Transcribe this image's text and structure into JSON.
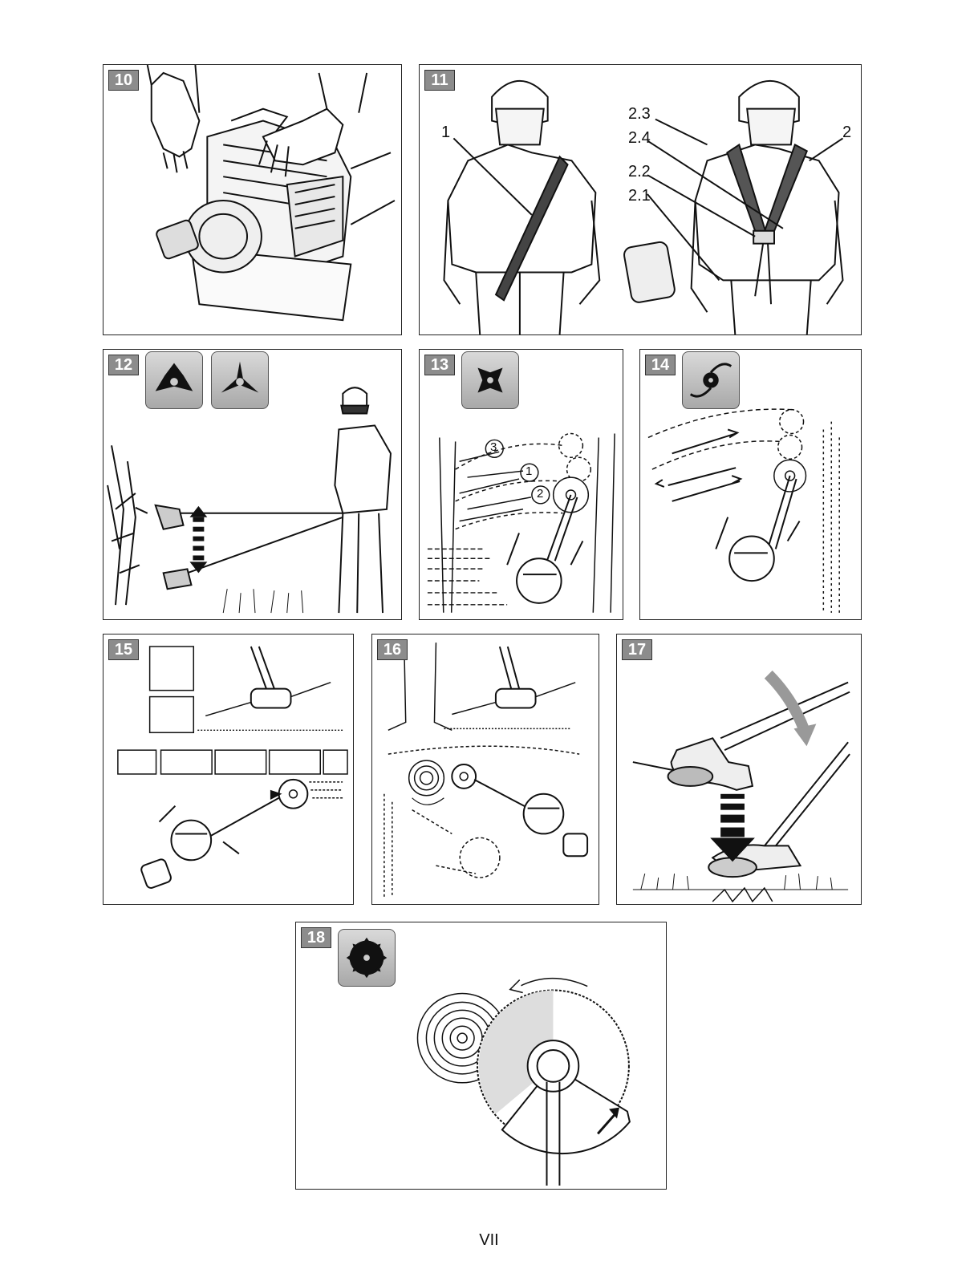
{
  "page": {
    "number": "VII"
  },
  "figures": [
    {
      "id": "10",
      "label": "10",
      "subject": "engine-handling"
    },
    {
      "id": "11",
      "label": "11",
      "subject": "harness",
      "callouts": [
        "1",
        "2.3",
        "2.4",
        "2.2",
        "2.1",
        "2"
      ]
    },
    {
      "id": "12",
      "label": "12",
      "subject": "three-tooth-blade",
      "icons": [
        "three-tooth-blade-icon",
        "three-point-blade-icon"
      ]
    },
    {
      "id": "13",
      "label": "13",
      "subject": "four-tooth-blade",
      "icons": [
        "four-tooth-blade-icon"
      ],
      "steps": [
        "3",
        "1",
        "2"
      ]
    },
    {
      "id": "14",
      "label": "14",
      "subject": "trimmer-head",
      "icons": [
        "trimmer-line-head-icon"
      ]
    },
    {
      "id": "15",
      "label": "15",
      "subject": "trimming-near-wall"
    },
    {
      "id": "16",
      "label": "16",
      "subject": "trimming-around-tree"
    },
    {
      "id": "17",
      "label": "17",
      "subject": "bump-feed"
    },
    {
      "id": "18",
      "label": "18",
      "subject": "saw-blade",
      "icons": [
        "saw-blade-icon"
      ]
    }
  ]
}
